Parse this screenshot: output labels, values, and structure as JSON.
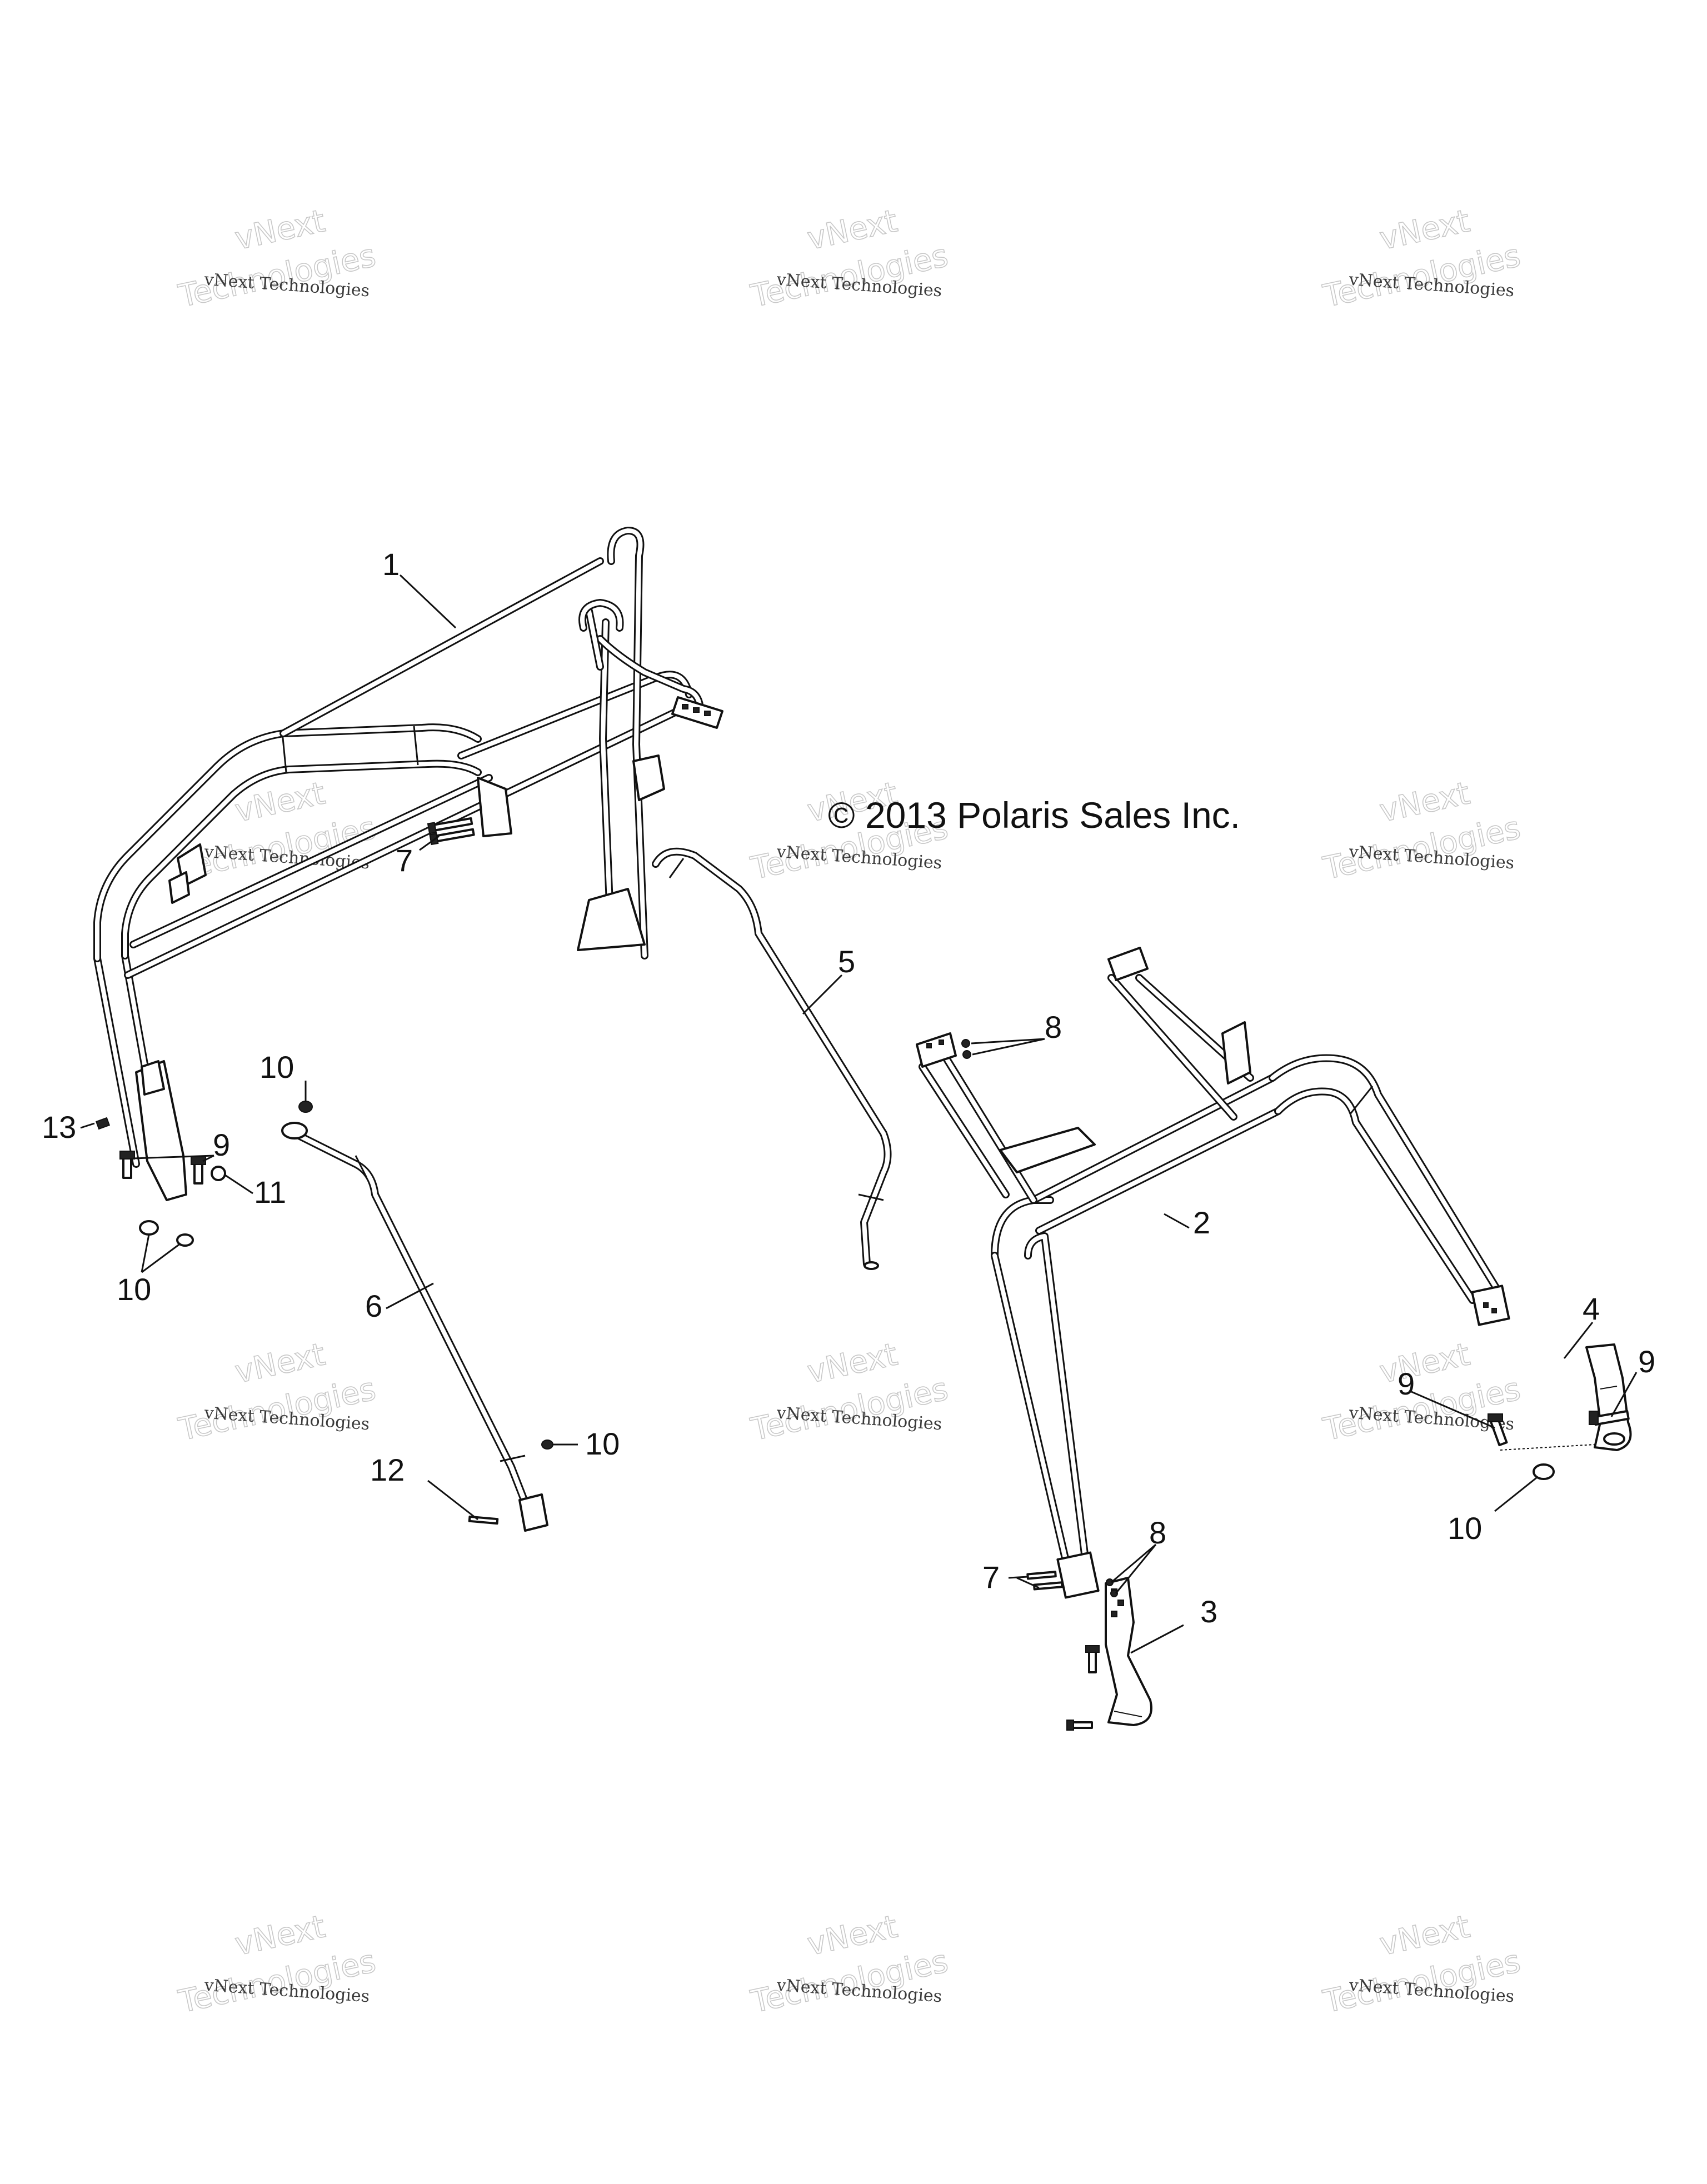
{
  "copyright": "© 2013 Polaris Sales Inc.",
  "watermark": {
    "word1": "vNext",
    "word2": "Technologies",
    "full": "vNext Technologies"
  },
  "callouts": {
    "c1": "1",
    "c2": "2",
    "c3": "3",
    "c4": "4",
    "c5": "5",
    "c6": "6",
    "c7a": "7",
    "c7b": "7",
    "c8a": "8",
    "c8b": "8",
    "c9a": "9",
    "c9b": "9",
    "c9c": "9",
    "c10a": "10",
    "c10b": "10",
    "c10c": "10",
    "c10d": "10",
    "c11": "11",
    "c12": "12",
    "c13": "13"
  }
}
